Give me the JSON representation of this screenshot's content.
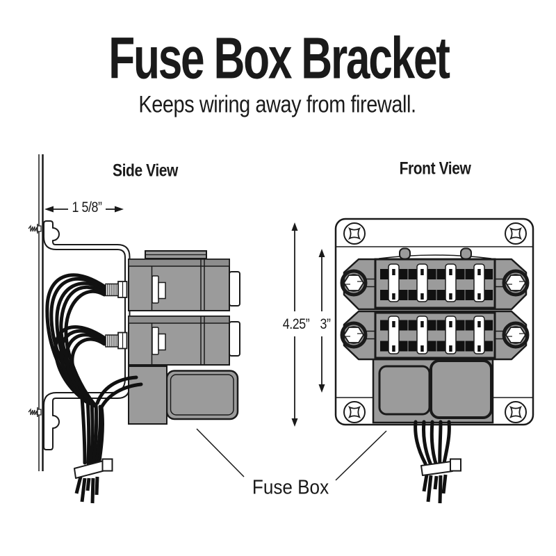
{
  "header": {
    "title": "Fuse Box Bracket",
    "subtitle": "Keeps wiring away from firewall."
  },
  "side_view": {
    "heading": "Side View",
    "bracket_depth_dimension": "1 5/8”"
  },
  "front_view": {
    "heading": "Front View",
    "plate_height_dimension": "4.25”",
    "fuse_box_height_dimension": "3”"
  },
  "callout": {
    "label": "Fuse Box"
  },
  "colors": {
    "part_gray": "#9b9b9b",
    "band_gray": "#8d8d8d",
    "line_black": "#1a1a1a",
    "wire_black": "#111111",
    "background": "#ffffff"
  }
}
